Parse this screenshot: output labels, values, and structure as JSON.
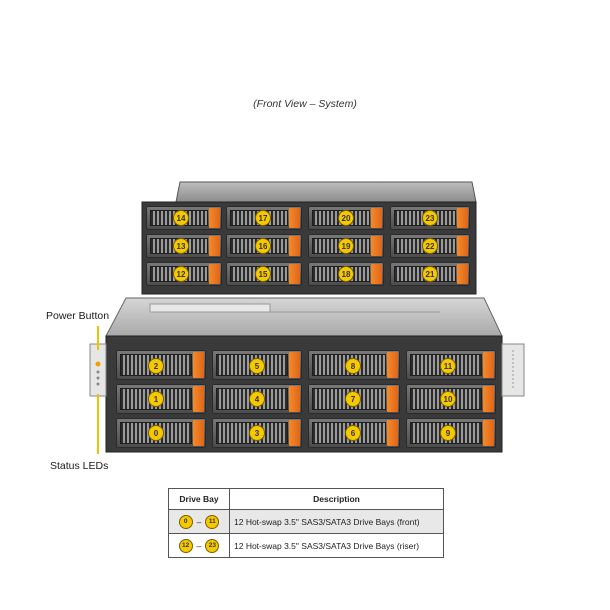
{
  "caption": "(Front View – System)",
  "callouts": {
    "power_button": "Power Button",
    "status_leds": "Status LEDs"
  },
  "rear_bays": {
    "row1": [
      "14",
      "17",
      "20",
      "23"
    ],
    "row2": [
      "13",
      "16",
      "19",
      "22"
    ],
    "row3": [
      "12",
      "15",
      "18",
      "21"
    ]
  },
  "front_bays": {
    "row1": [
      "2",
      "5",
      "8",
      "11"
    ],
    "row2": [
      "1",
      "4",
      "7",
      "10"
    ],
    "row3": [
      "0",
      "3",
      "6",
      "9"
    ]
  },
  "table": {
    "headers": [
      "Drive Bay",
      "Description"
    ],
    "rows": [
      {
        "from": "0",
        "to": "11",
        "description": "12 Hot-swap 3.5\" SAS3/SATA3 Drive Bays (front)"
      },
      {
        "from": "12",
        "to": "23",
        "description": "12 Hot-swap 3.5\" SAS3/SATA3 Drive Bays (riser)"
      }
    ]
  },
  "colors": {
    "badge": "#f6c800",
    "latch": "#f48a2a",
    "callout_line": "#f2c200"
  }
}
